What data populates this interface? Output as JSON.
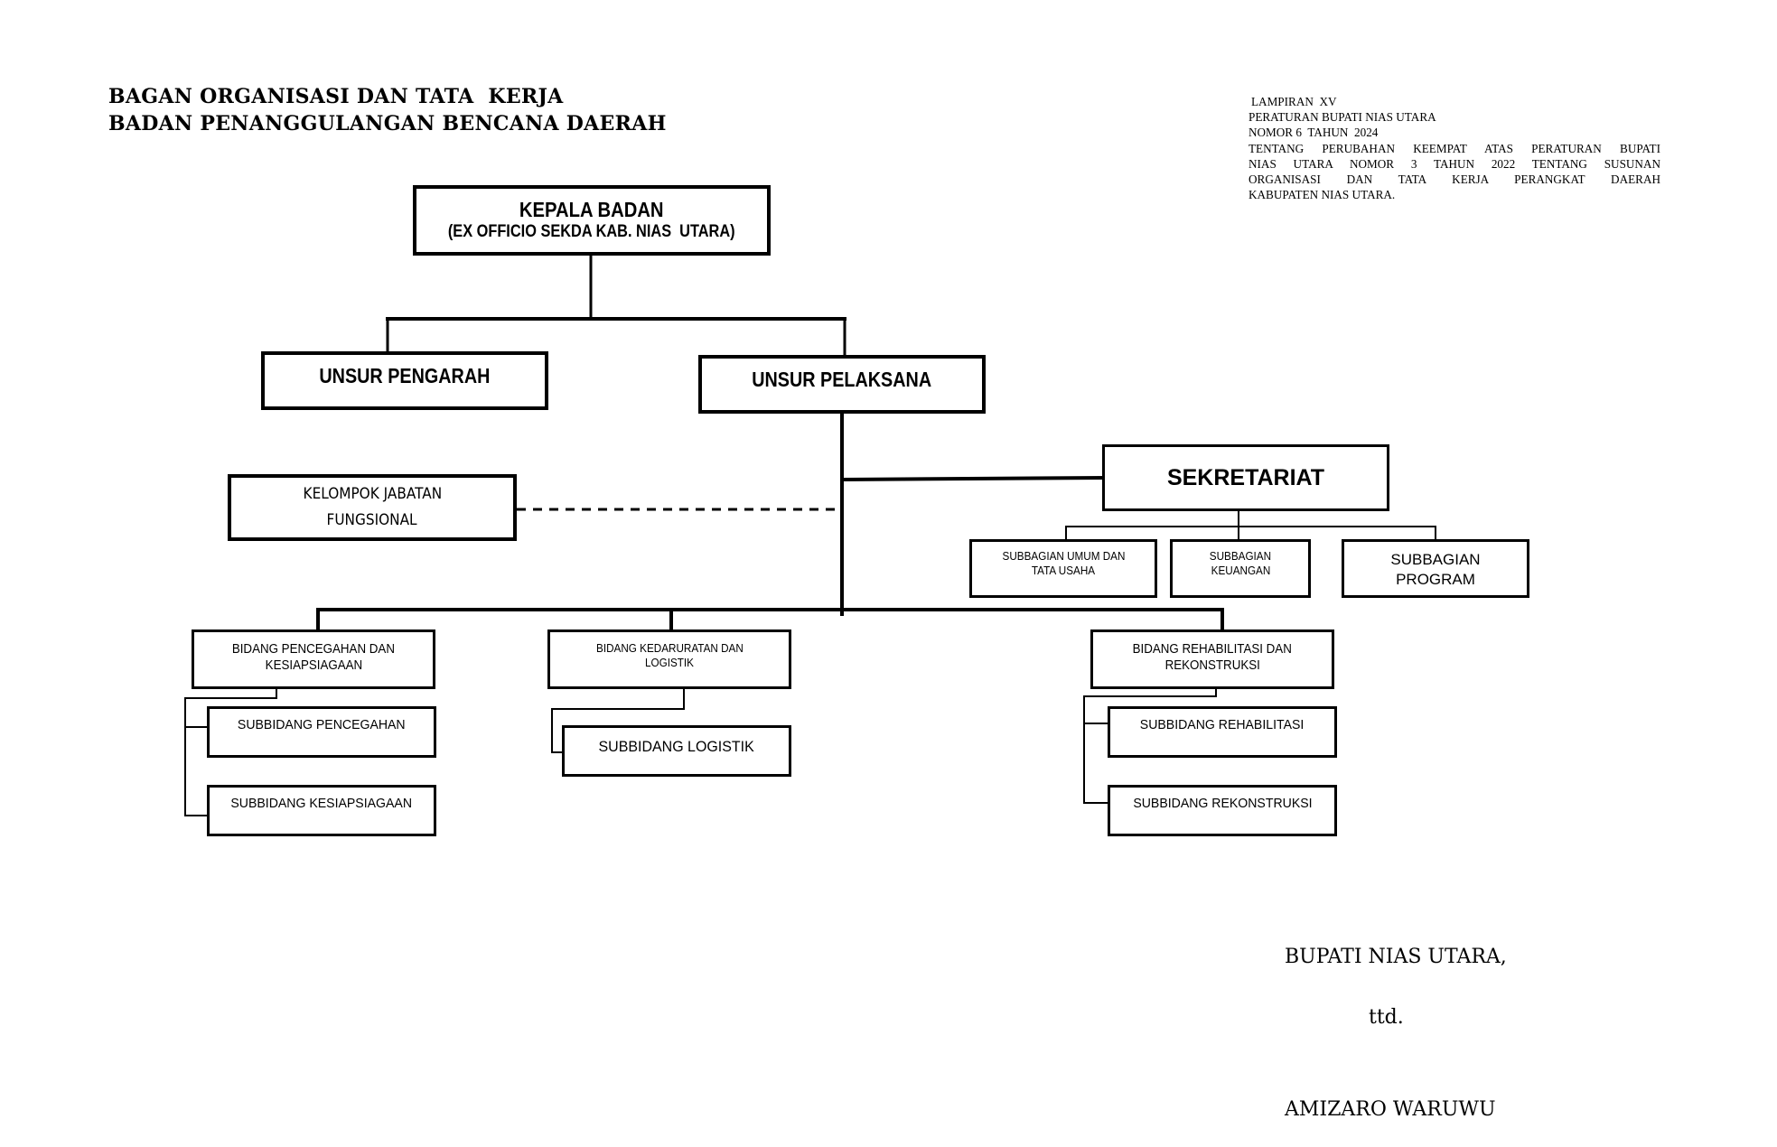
{
  "header": {
    "title_line1": "BAGAN ORGANISASI DAN TATA  KERJA",
    "title_line2": "BADAN PENANGGULANGAN BENCANA DAERAH"
  },
  "lampiran": {
    "line1": "LAMPIRAN  XV",
    "line2": "PERATURAN BUPATI NIAS UTARA",
    "line3": "NOMOR 6  TAHUN  2024",
    "line4": "TENTANG PERUBAHAN KEEMPAT ATAS PERATURAN BUPATI",
    "line5": "NIAS UTARA NOMOR 3 TAHUN 2022 TENTANG SUSUNAN",
    "line6": "ORGANISASI DAN TATA KERJA PERANGKAT DAERAH",
    "line7": "KABUPATEN NIAS UTARA."
  },
  "org": {
    "kepala": {
      "line1": "KEPALA BADAN",
      "line2": "(EX OFFICIO SEKDA KAB. NIAS  UTARA)"
    },
    "unsur_pengarah": "UNSUR PENGARAH",
    "unsur_pelaksana": "UNSUR PELAKSANA",
    "kelompok_jabatan": {
      "line1": "KELOMPOK JABATAN",
      "line2": "FUNGSIONAL"
    },
    "sekretariat": {
      "label": "SEKRETARIAT",
      "subbagian": [
        {
          "line1": "SUBBAGIAN UMUM DAN",
          "line2": "TATA USAHA"
        },
        {
          "line1": "SUBBAGIAN",
          "line2": "KEUANGAN"
        },
        {
          "line1": "SUBBAGIAN",
          "line2": "PROGRAM"
        }
      ]
    },
    "bidang": [
      {
        "line1": "BIDANG PENCEGAHAN DAN",
        "line2": "KESIAPSIAGAAN",
        "subbidang": [
          "SUBBIDANG PENCEGAHAN",
          "SUBBIDANG KESIAPSIAGAAN"
        ]
      },
      {
        "line1": "BIDANG KEDARURATAN DAN",
        "line2": "LOGISTIK",
        "subbidang": [
          "SUBBIDANG LOGISTIK"
        ]
      },
      {
        "line1": "BIDANG REHABILITASI DAN",
        "line2": "REKONSTRUKSI",
        "subbidang": [
          "SUBBIDANG REHABILITASI",
          "SUBBIDANG REKONSTRUKSI"
        ]
      }
    ]
  },
  "signature": {
    "title": "BUPATI NIAS UTARA,",
    "ttd": "ttd.",
    "name": "AMIZARO WARUWU"
  }
}
